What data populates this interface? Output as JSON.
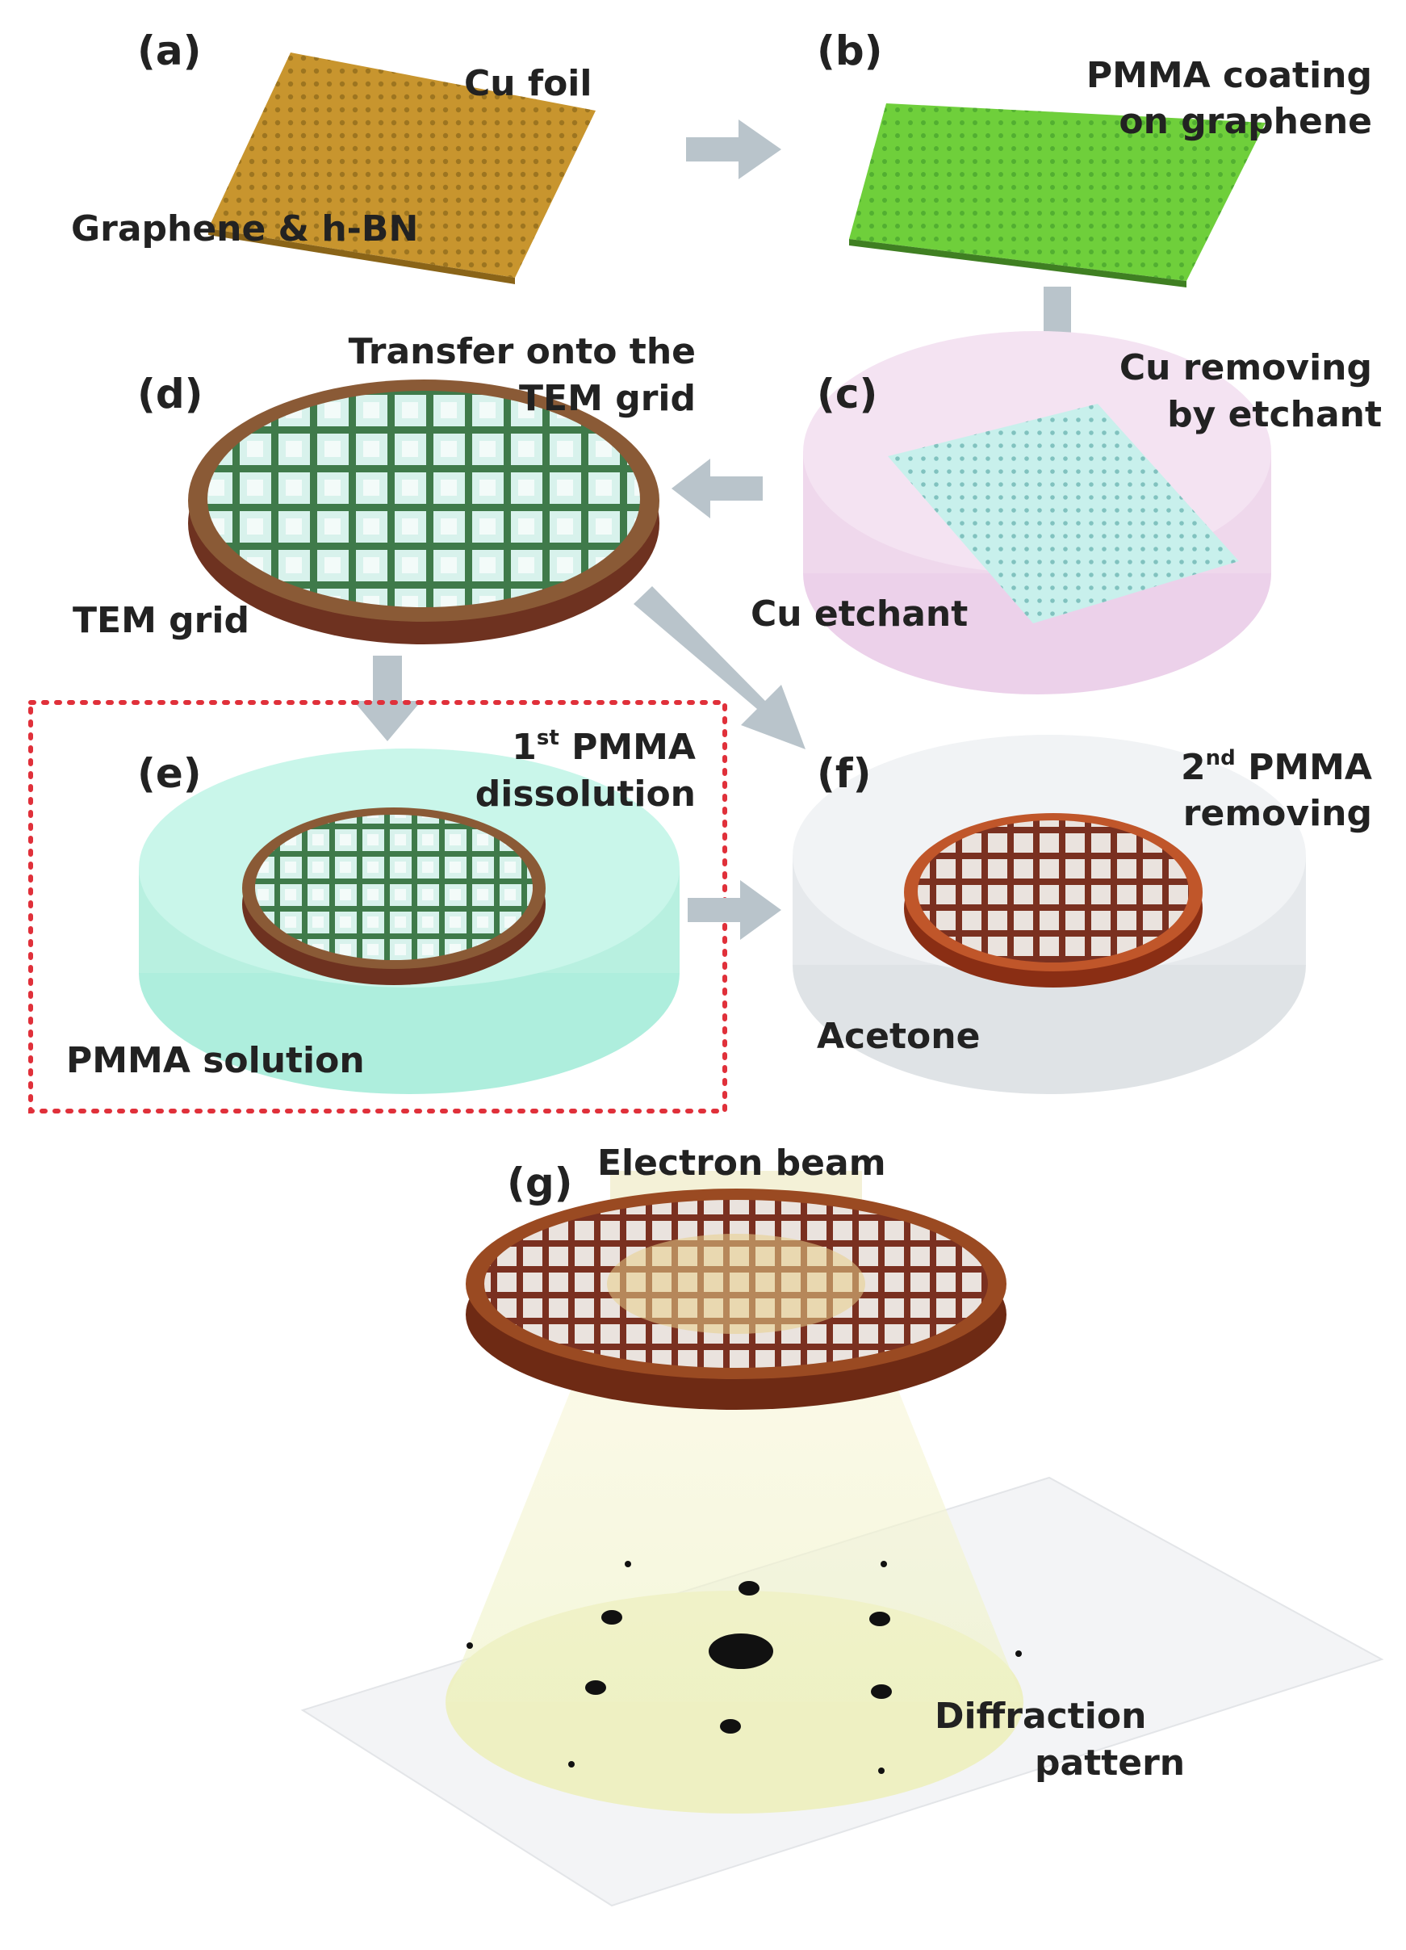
{
  "panels": {
    "a": {
      "tag": "(a)",
      "foil_label": "Cu foil",
      "material_label": "Graphene & h-BN"
    },
    "b": {
      "tag": "(b)",
      "caption_line1": "PMMA coating",
      "caption_line2": "on graphene"
    },
    "c": {
      "tag": "(c)",
      "caption_line1": "Cu removing",
      "caption_line2": "by etchant",
      "bath_label": "Cu etchant"
    },
    "d": {
      "tag": "(d)",
      "caption_line1": "Transfer onto the",
      "caption_line2": "TEM grid",
      "grid_label": "TEM grid"
    },
    "e": {
      "tag": "(e)",
      "caption_ordinal": "1",
      "caption_sup": "st",
      "caption_rest": " PMMA",
      "caption_line2": "dissolution",
      "bath_label": "PMMA solution"
    },
    "f": {
      "tag": "(f)",
      "caption_ordinal": "2",
      "caption_sup": "nd",
      "caption_rest": " PMMA",
      "caption_line2": "removing",
      "bath_label": "Acetone"
    },
    "g": {
      "tag": "(g)",
      "beam_label": "Electron beam",
      "pattern_line1": "Diffraction",
      "pattern_line2": "pattern"
    }
  },
  "colors": {
    "cu_foil": "#c8952e",
    "pmma_green": "#6fcf3b",
    "etchant_pink": "#f1dcef",
    "film_cyan": "#c8f0ec",
    "grid_green": "#3f7a4a",
    "copper_rim": "#7a3a22",
    "pmma_solution": "#bff3e4",
    "acetone_gray": "#eef0f2",
    "arrow_gray": "#b9c4cb",
    "dashed_box": "#e0303a",
    "beam_yellow": "#f4f1c6"
  }
}
